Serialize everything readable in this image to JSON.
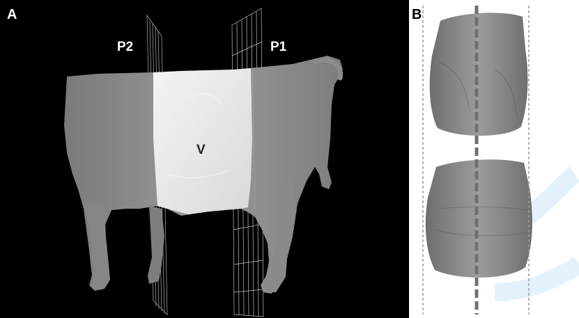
{
  "figure": {
    "panel_a": {
      "letter": "A",
      "labels": {
        "plane_2": "P2",
        "plane_1": "P1",
        "volume": "V"
      }
    },
    "panel_b": {
      "letter": "B"
    }
  },
  "colors": {
    "background_a": "#000000",
    "background_b": "#ffffff",
    "body_mesh": "#8f8f8f",
    "volume_highlight": "#e9e9e9",
    "slice_gray": "#8a8a8a"
  }
}
